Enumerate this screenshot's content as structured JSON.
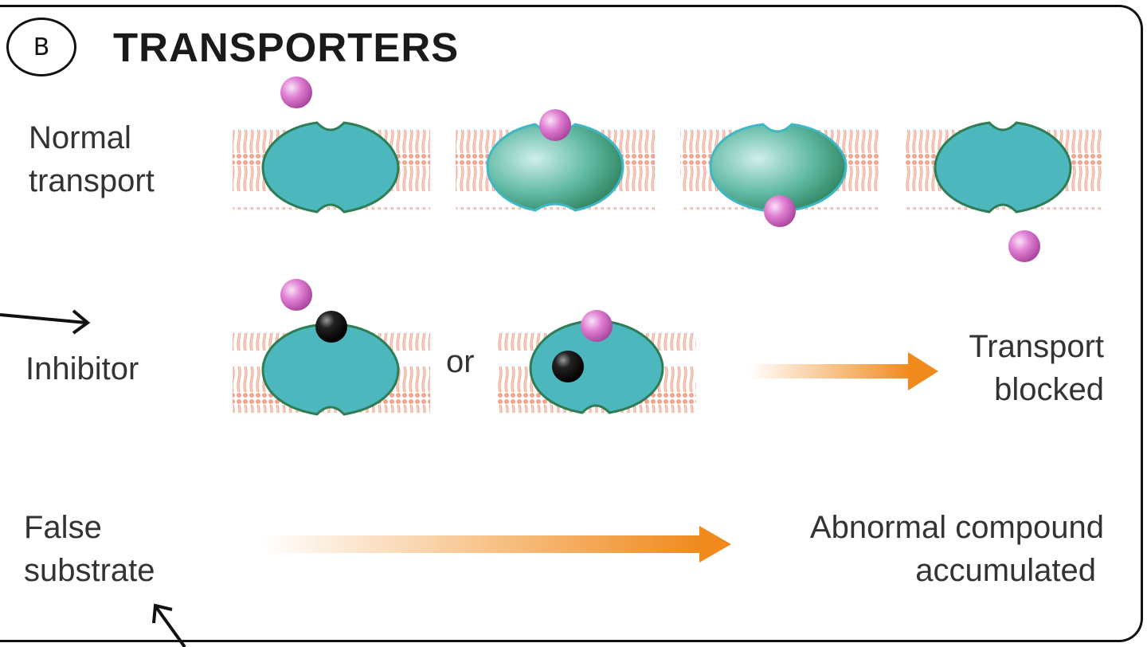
{
  "panel": {
    "badge": "B",
    "title": "TRANSPORTERS"
  },
  "rows": {
    "normal": {
      "line1": "Normal",
      "line2": "transport"
    },
    "inhibitor": {
      "line1": "Inhibitor",
      "connector": "or",
      "outcome_line1": "Transport",
      "outcome_line2": "blocked"
    },
    "false_substrate": {
      "line1": "False",
      "line2": "substrate",
      "outcome_line1": "Abnormal compound",
      "outcome_line2": "accumulated"
    }
  },
  "colors": {
    "transporter_fill": "#4cb8be",
    "transporter_outline": "#2e7d55",
    "substrate": "#d873cc",
    "inhibitor_molecule": "#111111",
    "membrane": "#f2a58e",
    "arrow": "#f08a1c"
  }
}
